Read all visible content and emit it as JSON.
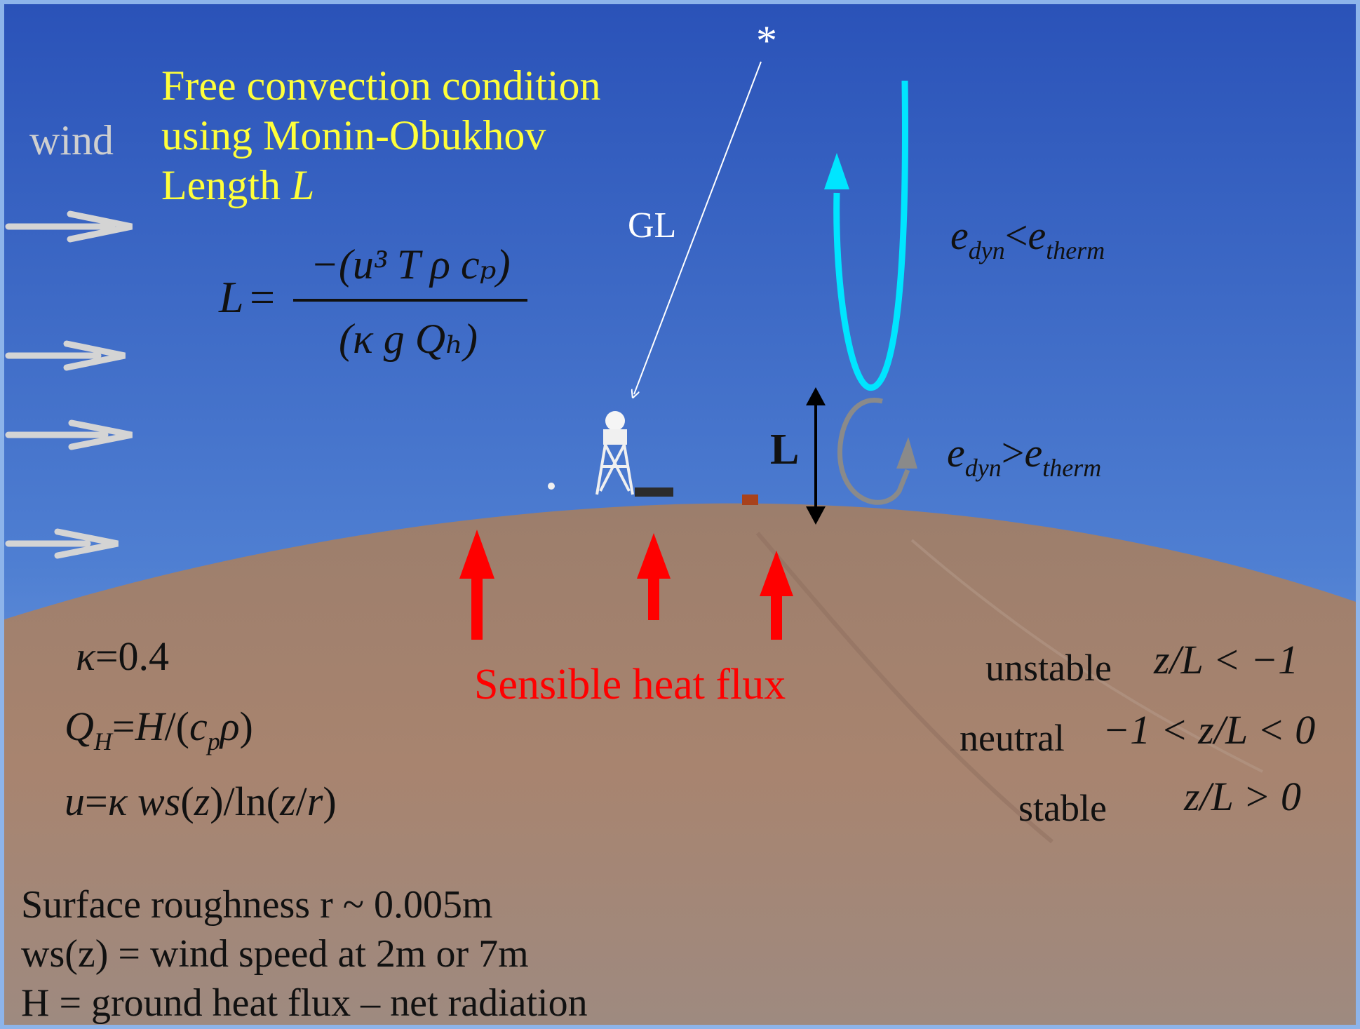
{
  "title_lines": [
    "Free convection condition",
    "using Monin-Obukhov",
    "Length "
  ],
  "title_symbol": "L",
  "wind_label": "wind",
  "gl_label": "GL",
  "star_label": "*",
  "l_label": "L",
  "formula": {
    "lhs": "L",
    "eq": "=",
    "numerator": "−(u³ T ρ cₚ)",
    "denominator": "(κ g Qₕ)"
  },
  "e_upper": "e_dyn < e_therm",
  "e_lower": "e_dyn > e_therm",
  "sensible_heat_flux": "Sensible heat flux",
  "constants": [
    "κ=0.4",
    "Q_H = H / (c_p ρ)",
    "u = κ ws(z) / ln(z/r)"
  ],
  "stability": [
    {
      "label": "unstable",
      "condition": "z/L < −1"
    },
    {
      "label": "neutral",
      "condition": "−1 < z/L < 0"
    },
    {
      "label": "stable",
      "condition": "z/L > 0"
    }
  ],
  "notes": [
    "Surface roughness r ~ 0.005m",
    "ws(z) = wind speed at 2m or 7m",
    "H = ground heat flux – net radiation"
  ],
  "colors": {
    "sky_top": "#2a52b8",
    "sky_bottom": "#8fb8ea",
    "ground": "#a47f69",
    "title": "#ffff3a",
    "heat_arrow": "#ff0000",
    "plume": "#00e5ff",
    "small_loop": "#8a8a8a",
    "wind_arrow": "#d4d4d4"
  }
}
